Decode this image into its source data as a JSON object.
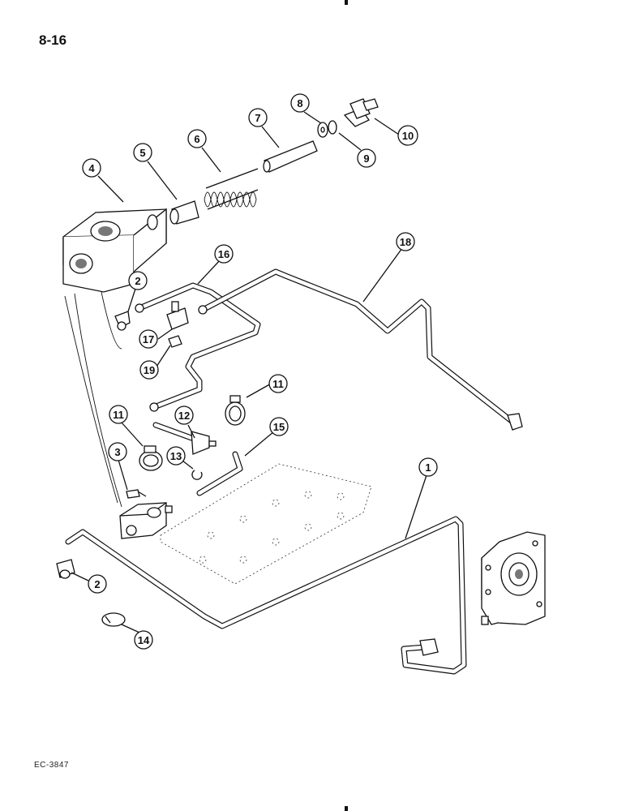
{
  "page": {
    "number": "8-16",
    "figure_code": "EC-3847"
  },
  "callouts": [
    {
      "id": "c1",
      "label": "1"
    },
    {
      "id": "c2a",
      "label": "2"
    },
    {
      "id": "c2b",
      "label": "2"
    },
    {
      "id": "c3",
      "label": "3"
    },
    {
      "id": "c4",
      "label": "4"
    },
    {
      "id": "c5",
      "label": "5"
    },
    {
      "id": "c6",
      "label": "6"
    },
    {
      "id": "c7",
      "label": "7"
    },
    {
      "id": "c8",
      "label": "8"
    },
    {
      "id": "c9",
      "label": "9"
    },
    {
      "id": "c10",
      "label": "10"
    },
    {
      "id": "c11a",
      "label": "11"
    },
    {
      "id": "c11b",
      "label": "11"
    },
    {
      "id": "c12",
      "label": "12"
    },
    {
      "id": "c13",
      "label": "13"
    },
    {
      "id": "c14",
      "label": "14"
    },
    {
      "id": "c15",
      "label": "15"
    },
    {
      "id": "c16",
      "label": "16"
    },
    {
      "id": "c17",
      "label": "17"
    },
    {
      "id": "c18",
      "label": "18"
    },
    {
      "id": "c19",
      "label": "19"
    }
  ]
}
